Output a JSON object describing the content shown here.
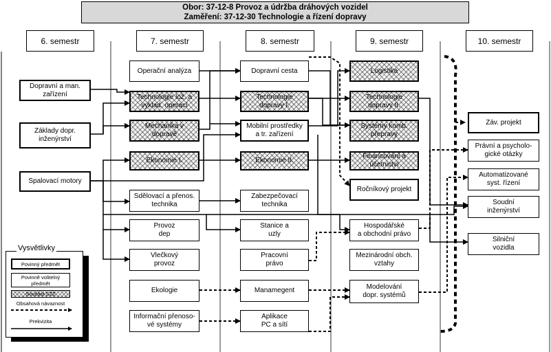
{
  "header": {
    "line1": "Obor:  37-12-8 Provoz a údržba dráhových vozidel",
    "line2": "Zaměření: 37-12-30 Technologie a řízení dopravy"
  },
  "semesters": [
    "6. semestr",
    "7. semestr",
    "8. semestr",
    "9. semestr",
    "10. semestr"
  ],
  "subjects": {
    "s6": {
      "doprav_man": "Dopravní a man.\nzařízení",
      "zaklady": "Základy dopr.\ninženýrství",
      "spalovaci": "Spalovací motory"
    },
    "s7": {
      "operacni": "Operační analýza",
      "technologie_loz": "Technologie lož. a\nvyklad. operací",
      "mechanika": "Mechanika v\ndopravě",
      "ekonomie1": "Ekonomie I.",
      "sdelovaci": "Sdělovací a přenos.\ntechnika",
      "provoz_dep": "Provoz\ndep",
      "vleckovy": "Vlečkový\nprovoz",
      "ekologie": "Ekologie",
      "informacni": "Informační přenoso-\nvé systémy"
    },
    "s8": {
      "dopravni_cesta": "Dopravní cesta",
      "technologie1": "Technologie\ndopravy I.",
      "mobilni": "Mobilní prostředky\na tr. zařízení",
      "ekonomie2": "Ekonomie II.",
      "zabezpecovaci": "Zabezpečovací\ntechnika",
      "stanice": "Stanice a\nuzly",
      "pracovni": "Pracovní\nprávo",
      "manamegent": "Manamegent",
      "aplikace": "Aplikace\nPC a sítí"
    },
    "s9": {
      "logistika": "Logistika",
      "technologie2": "Technologie\ndopravy II.",
      "systemy": "Systémy komb.\npřepravy",
      "financovani": "Financování a\núčetnictví",
      "rocnikovy": "Ročníkový projekt",
      "hospodarske": "Hospodářské\na obchodní právo",
      "mezinarodni": "Mezinárodní obch.\nvztahy",
      "modelovani": "Modelování\ndopr. systémů"
    },
    "s10": {
      "zav_projekt": "Záv. projekt",
      "pravni": "Právní a psycholo-\ngické otázky",
      "automatizovane": "Automatizované\nsyst. řízení",
      "soudni": "Soudní\ninženýrství",
      "silnicni": "Silniční\nvozidla"
    }
  },
  "legend": {
    "title": "Vysvětlivky",
    "povinny": "Povinný předmět",
    "volitelny": "Povinně volitelný\npředmět",
    "szz": "Součást SZZ",
    "obsahova": "Obsahová návaznost",
    "prekvizita": "Prekvizita"
  }
}
